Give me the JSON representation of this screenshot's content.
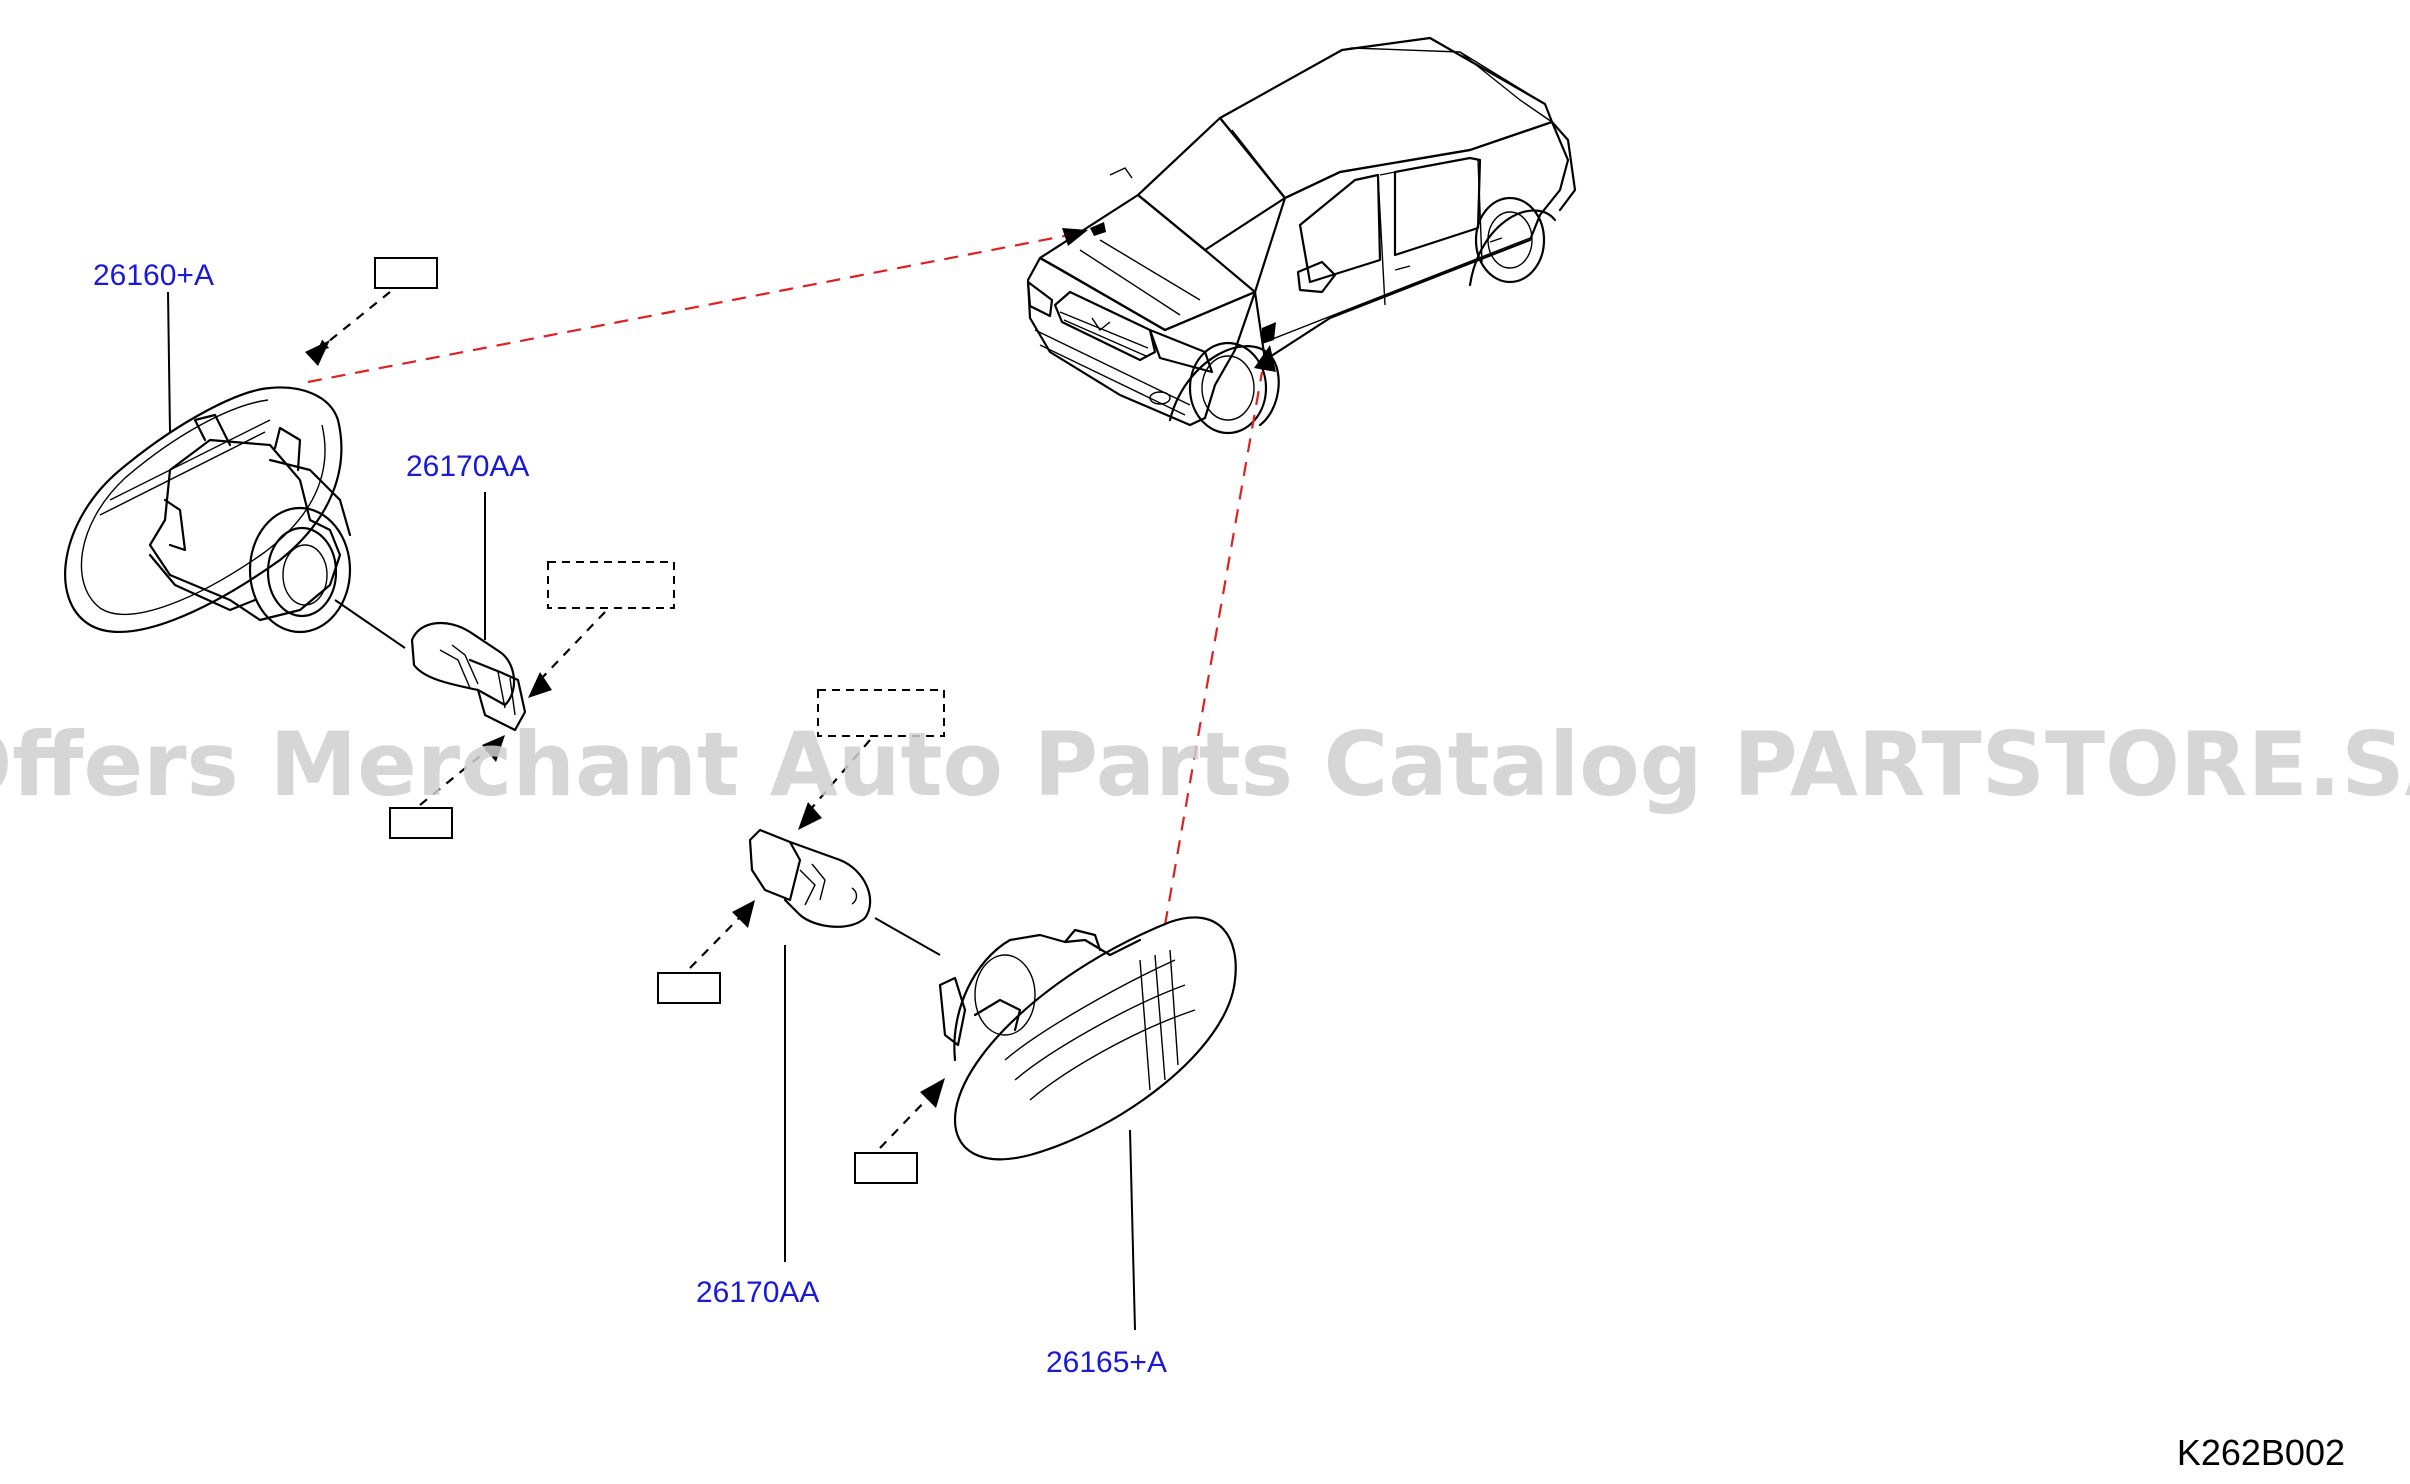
{
  "diagram": {
    "ref_code": "K262B002",
    "watermark": "Offers Merchant Auto Parts Catalog PARTSTORE.SA",
    "parts": [
      {
        "id": "p1",
        "label": "26160+A"
      },
      {
        "id": "p2",
        "label": "26170AA"
      },
      {
        "id": "p3",
        "label": "26170AA"
      },
      {
        "id": "p4",
        "label": "26165+A"
      }
    ],
    "colors": {
      "part_label": "#1a1ad6",
      "red_leader": "#e0201e",
      "line": "#000000",
      "watermark": "#cfcfcf"
    }
  }
}
